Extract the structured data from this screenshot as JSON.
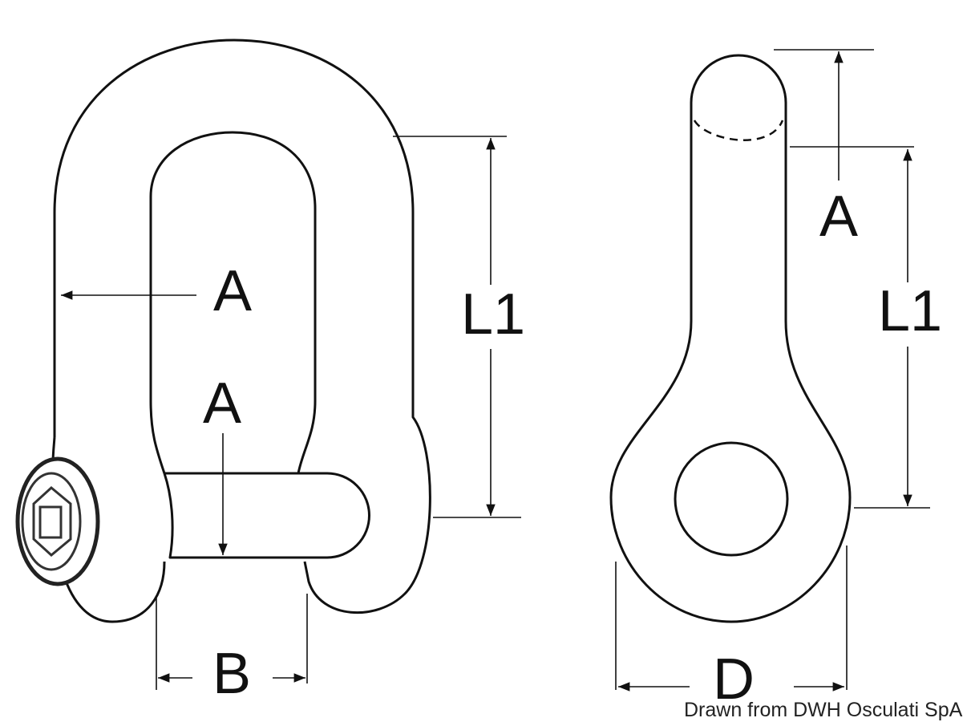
{
  "labels": {
    "front_wall": "A",
    "front_pin": "A",
    "front_length": "L1",
    "front_width": "B",
    "side_thickness": "A",
    "side_length": "L1",
    "side_eye": "D"
  },
  "credit": "Drawn from DWH Osculati SpA"
}
